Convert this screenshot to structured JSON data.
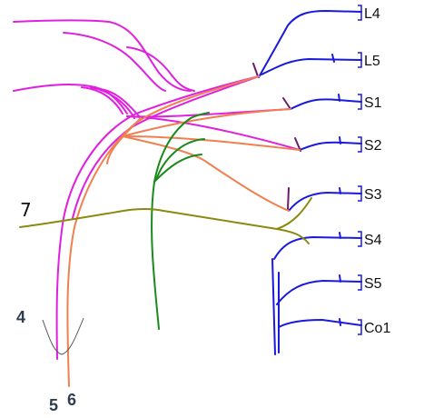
{
  "colors": {
    "roots": "#1a1adc",
    "magenta": "#e020e0",
    "orange": "#f08050",
    "green": "#1a8a1a",
    "olive": "#8a8a10",
    "ramus": "#6a1a6a",
    "outline": "#555555"
  },
  "labels": {
    "L4": "L4",
    "L5": "L5",
    "S1": "S1",
    "S2": "S2",
    "S3": "S3",
    "S4": "S4",
    "S5": "S5",
    "Co1": "Co1",
    "n4": "4",
    "n5": "5",
    "n6": "6",
    "n7": "7"
  }
}
